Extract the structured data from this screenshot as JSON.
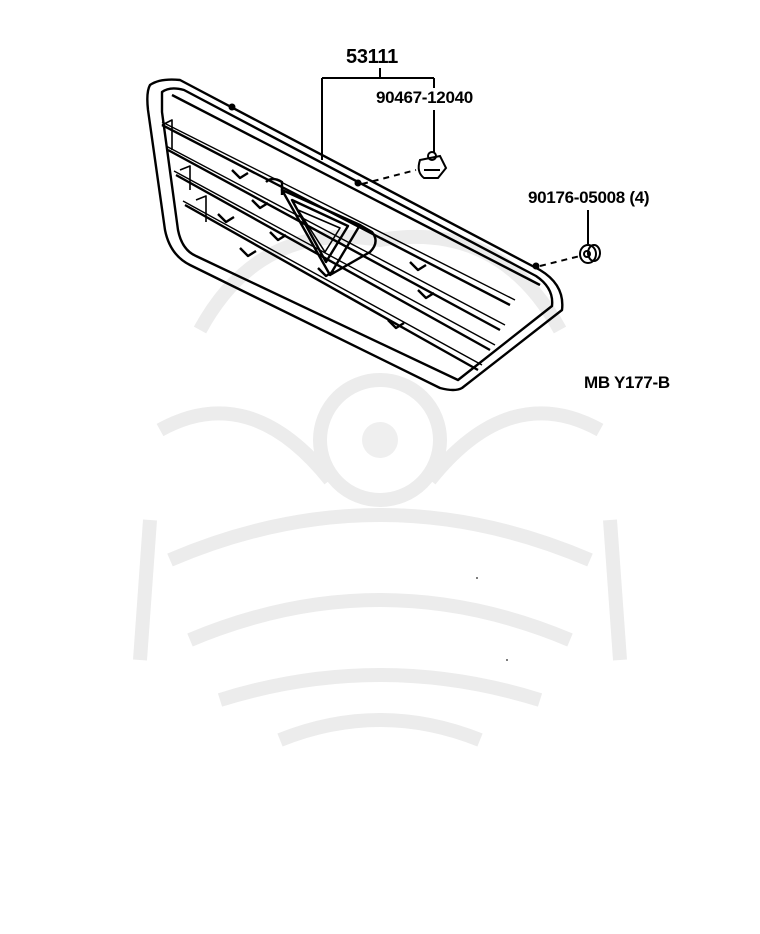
{
  "diagram": {
    "type": "exploded-parts-diagram",
    "subject": "radiator grille assembly",
    "parts": [
      {
        "part_number": "53111",
        "role": "grille"
      },
      {
        "part_number": "90467-12040",
        "role": "clip"
      },
      {
        "part_number": "90176-05008",
        "quantity": "(4)",
        "role": "nut"
      }
    ],
    "labels": {
      "main_part": "53111",
      "clip_part": "90467-12040",
      "nut_part": "90176-05008 (4)",
      "reference_code": "MB Y177-B"
    },
    "colors": {
      "line": "#000000",
      "background": "#ffffff",
      "watermark": "#eeeeee"
    }
  }
}
